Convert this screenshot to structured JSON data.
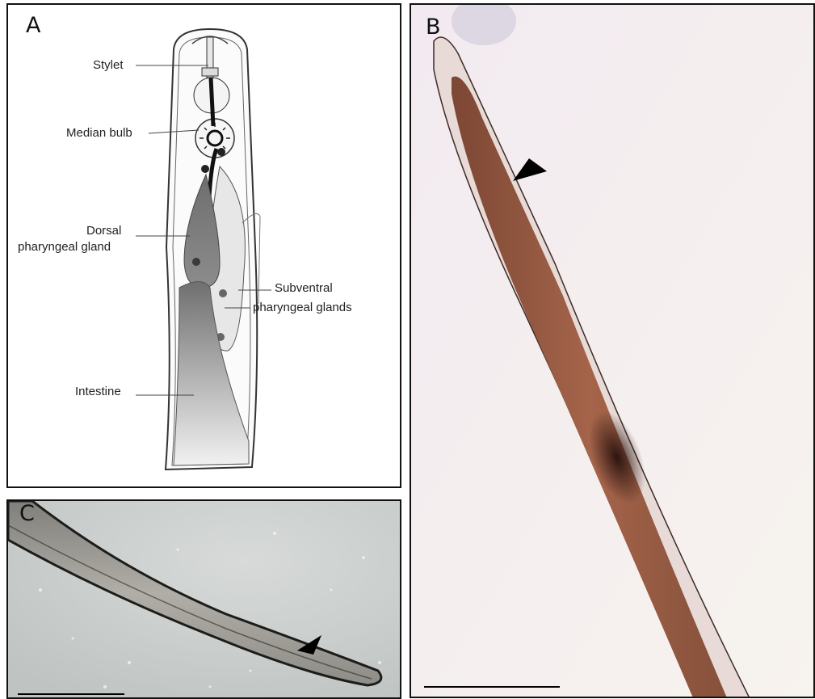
{
  "panels": {
    "a": {
      "letter": "A",
      "labels": {
        "stylet": "Stylet",
        "median_bulb": "Median bulb",
        "dorsal_gland_line1": "Dorsal",
        "dorsal_gland_line2": "pharyngeal gland",
        "subventral_line1": "Subventral",
        "subventral_line2": "pharyngeal glands",
        "intestine": "Intestine"
      }
    },
    "b": {
      "letter": "B"
    },
    "c": {
      "letter": "C"
    }
  },
  "colors": {
    "stain_brown": "#8a4a33",
    "cuticle_grey": "#5a5a5a",
    "arrowhead": "#000000"
  }
}
